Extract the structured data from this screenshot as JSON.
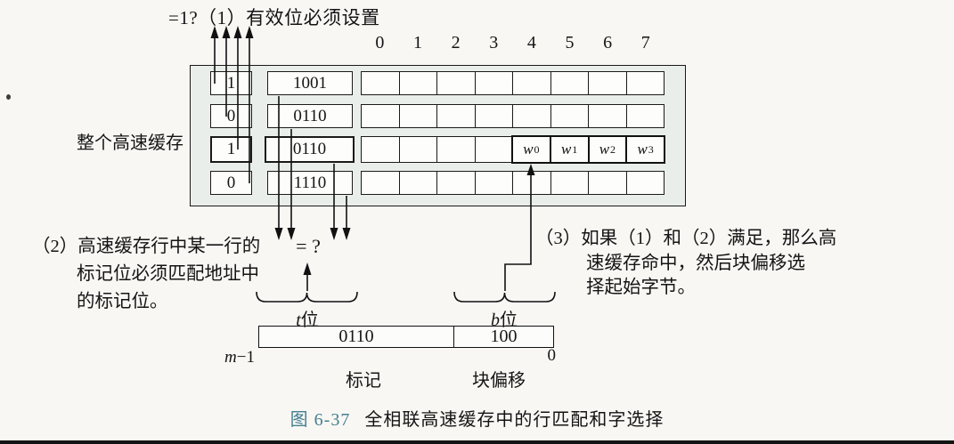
{
  "figure": {
    "top_note": "=1?（1）有效位必须设置",
    "column_headers": [
      "0",
      "1",
      "2",
      "3",
      "4",
      "5",
      "6",
      "7"
    ],
    "cache_label": "整个高速缓存",
    "rows": [
      {
        "valid": "1",
        "tag": "1001",
        "highlight": false,
        "words": null
      },
      {
        "valid": "0",
        "tag": "0110",
        "highlight": false,
        "words": null
      },
      {
        "valid": "1",
        "tag": "0110",
        "highlight": true,
        "words": [
          {
            "base": "w",
            "sub": "0"
          },
          {
            "base": "w",
            "sub": "1"
          },
          {
            "base": "w",
            "sub": "2"
          },
          {
            "base": "w",
            "sub": "3"
          }
        ]
      },
      {
        "valid": "0",
        "tag": "1110",
        "highlight": false,
        "words": null
      }
    ],
    "compare_label": "= ?",
    "note2_lines": [
      "（2）高速缓存行中某一行的",
      "标记位必须匹配地址中",
      "的标记位。"
    ],
    "note3_lines": [
      "（3）如果（1）和（2）满足，那么高",
      "速缓存命中，然后块偏移选",
      "择起始字节。"
    ],
    "address": {
      "t_prefix": "t",
      "t_suffix": "位",
      "b_prefix": "b",
      "b_suffix": "位",
      "tag_value": "0110",
      "offset_value": "100",
      "left_label_prefix": "m",
      "left_label_suffix": "−1",
      "right_label": "0",
      "tag_caption": "标记",
      "offset_caption": "块偏移"
    },
    "caption": {
      "number": "图 6-37",
      "title": "全相联高速缓存中的行匹配和字选择"
    },
    "colors": {
      "caption_number": "#45808f"
    }
  }
}
